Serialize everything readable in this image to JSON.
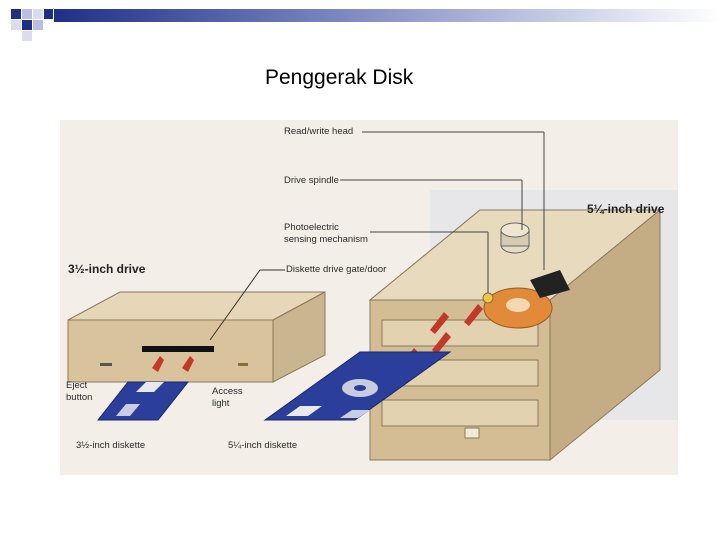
{
  "slide": {
    "title": "Penggerak Disk"
  },
  "theme": {
    "accent": "#1f2f86",
    "bullet_square": "#1f2f86",
    "light_square": "#b8bfe0",
    "drive_beige": "#d8c39c",
    "diskette_blue": "#2a3e9a",
    "arrow_red": "#c0392b"
  },
  "figure": {
    "drive_35_title": "3½-inch drive",
    "drive_525_title": "5¼-inch drive",
    "labels": {
      "read_write_head": "Read/write head",
      "drive_spindle": "Drive spindle",
      "photoelectric_line1": "Photoelectric",
      "photoelectric_line2": "sensing mechanism",
      "gate_door": "Diskette drive gate/door",
      "eject_line1": "Eject",
      "eject_line2": "button",
      "access_line1": "Access",
      "access_line2": "light",
      "diskette_35": "3½-inch diskette",
      "diskette_525": "5¼-inch diskette"
    }
  }
}
